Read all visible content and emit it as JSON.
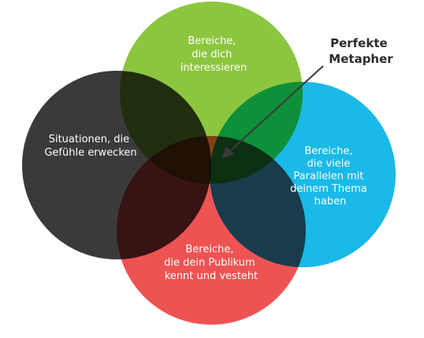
{
  "diagram": {
    "circles": {
      "green": {
        "color": "#8cc63f",
        "label_lines": [
          "Bereiche,",
          "die dich",
          "interessieren"
        ]
      },
      "black": {
        "color": "#3b3a3a",
        "label_lines": [
          "Situationen, die",
          "Gefühle erwecken"
        ]
      },
      "blue": {
        "color": "#19b9e8",
        "label_lines": [
          "Bereiche,",
          "die viele",
          "Parallelen mit",
          "deinem Thema",
          "haben"
        ]
      },
      "red": {
        "color": "#ee5353",
        "label_lines": [
          "Bereiche,",
          "die dein Publikum",
          "kennt und vesteht"
        ]
      }
    },
    "callout": {
      "lines": [
        "Perfekte",
        "Metapher"
      ],
      "arrow_color": "#3a3a3a"
    }
  }
}
